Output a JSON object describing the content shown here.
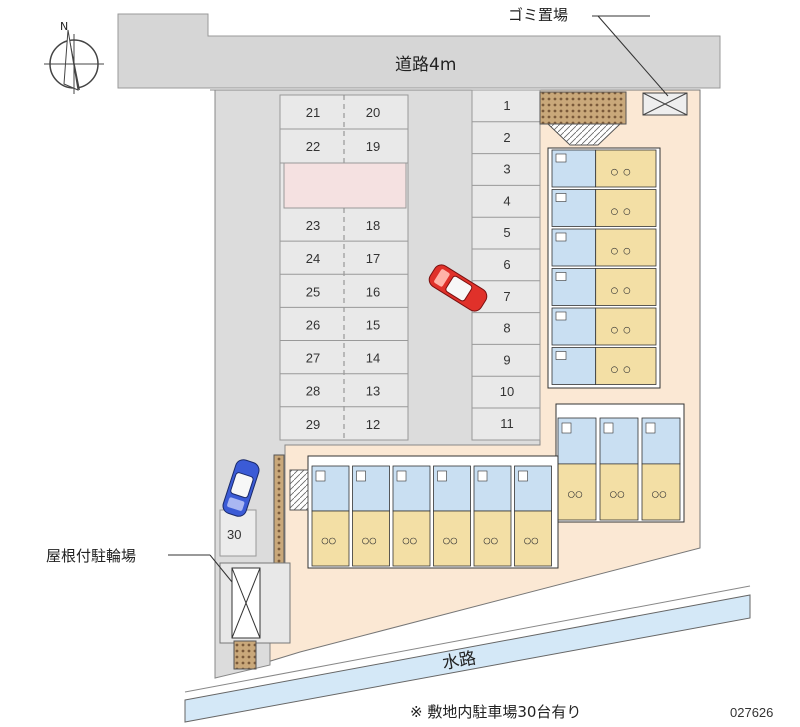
{
  "labels": {
    "road": "道路4m",
    "garbage": "ゴミ置場",
    "bicycle": "屋根付駐輪場",
    "waterway": "水路",
    "note": "※ 敷地内駐車場30台有り",
    "code": "027626",
    "compass_n": "N"
  },
  "stalls": {
    "right_column": [
      "1",
      "2",
      "3",
      "4",
      "5",
      "6",
      "7",
      "8",
      "9",
      "10",
      "11"
    ],
    "center_right": [
      "20",
      "19",
      "18",
      "17",
      "16",
      "15",
      "14",
      "13",
      "12"
    ],
    "center_left": [
      "21",
      "22",
      "23",
      "24",
      "25",
      "26",
      "27",
      "28",
      "29"
    ],
    "extra": "30"
  },
  "colors": {
    "lot": "#d9d9d9",
    "site": "#fbe8d4",
    "building_kitchen": "#c9dff2",
    "building_room": "#f3dfa5",
    "car_red": "#e0312a",
    "car_blue": "#3b5bd6",
    "water": "#cfe6f6"
  },
  "icons": [
    "compass-icon",
    "car-icon",
    "garbage-bin-icon",
    "bicycle-shed-icon"
  ]
}
